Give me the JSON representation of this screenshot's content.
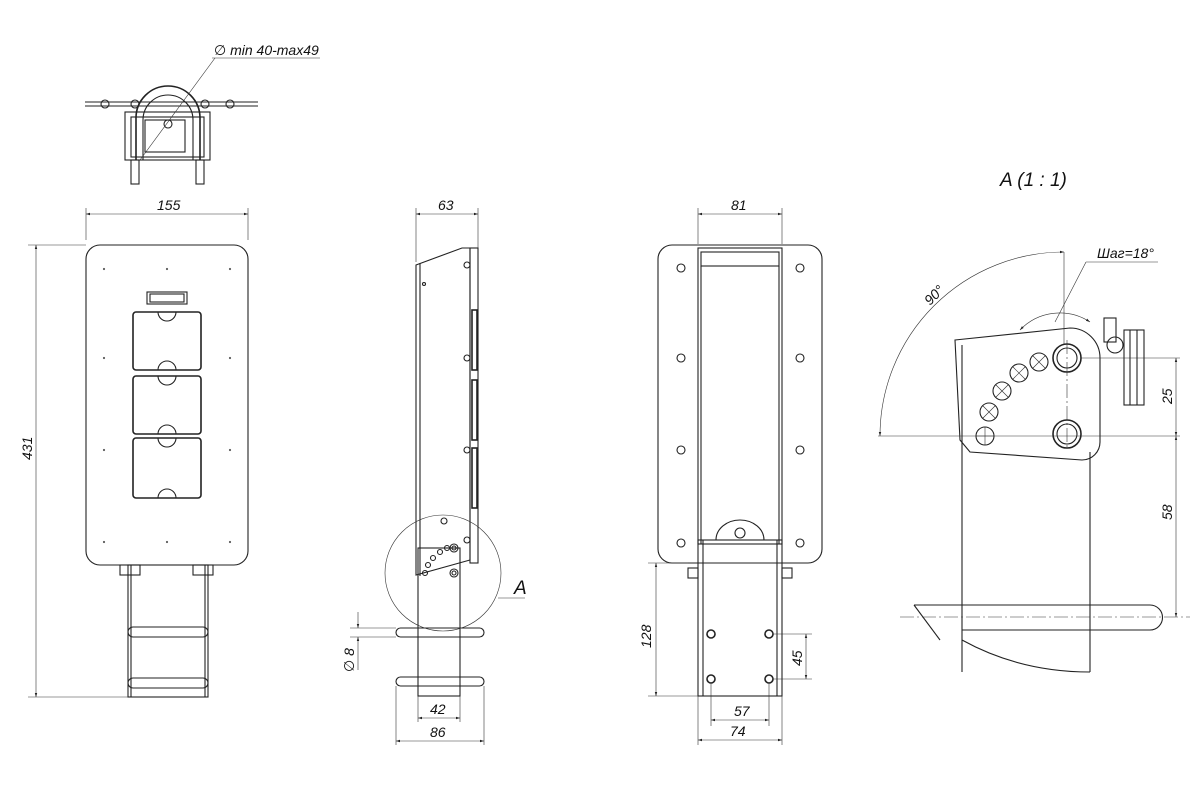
{
  "top_view": {
    "diameter_note": "∅ min 40-max49"
  },
  "front_view": {
    "width": "155",
    "height": "431"
  },
  "side_view": {
    "width_top": "63",
    "pipe_diameter": "∅ 8",
    "base_inner": "42",
    "base_outer": "86",
    "detail_callout": "A"
  },
  "rear_view": {
    "width_top": "81",
    "bracket_height": "128",
    "hole_spacing_v": "45",
    "hole_spacing_h": "57",
    "base_width": "74"
  },
  "detail_view": {
    "title": "A (1 : 1)",
    "angle": "90°",
    "step": "Шаг=18°",
    "dim_upper": "25",
    "dim_lower": "58"
  }
}
